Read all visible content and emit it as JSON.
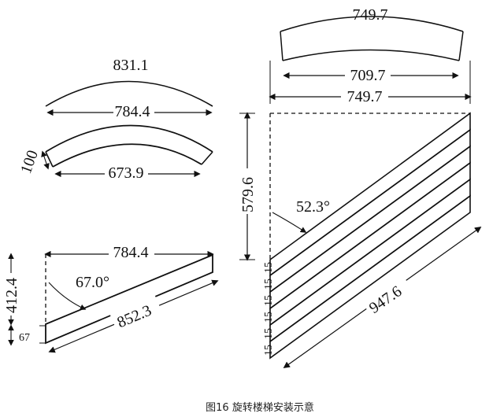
{
  "panels": {
    "top_left": {
      "arc_label": "831.1",
      "chord_label": "784.4",
      "width_label": "100",
      "inner_label": "673.9"
    },
    "bottom_left": {
      "top_label": "784.4",
      "height_label": "412.4",
      "angle_label": "67.0°",
      "length_label": "852.3",
      "thickness_label": "67"
    },
    "top_right": {
      "arc_label": "749.7",
      "inner_label": "709.7",
      "span_label": "749.7"
    },
    "right": {
      "height_label": "579.6",
      "angle_label": "52.3°",
      "length_label": "947.6",
      "step_labels": [
        "15",
        "15",
        "15",
        "15",
        "15",
        "15"
      ]
    }
  },
  "caption": "图16  旋转楼梯安装示意"
}
